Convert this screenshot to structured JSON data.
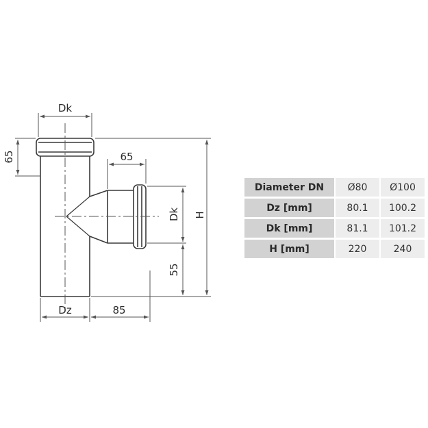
{
  "diagram": {
    "dimension_labels": {
      "top_socket_diameter": "Dk",
      "top_socket_height": "65",
      "branch_length": "65",
      "branch_socket_diameter": "Dk",
      "total_height": "H",
      "branch_offset": "55",
      "pipe_outer_diameter": "Dz",
      "branch_projection": "85"
    }
  },
  "table": {
    "header": [
      "Diameter DN",
      "Ø80",
      "Ø100"
    ],
    "rows": [
      [
        "Dz [mm]",
        "80.1",
        "100.2"
      ],
      [
        "Dk [mm]",
        "81.1",
        "101.2"
      ],
      [
        "H [mm]",
        "220",
        "240"
      ]
    ]
  },
  "colors": {
    "line": "#3a3a3a",
    "dim_line": "#555555",
    "header_cell": "#d2d2d2",
    "value_cell": "#ededed"
  }
}
